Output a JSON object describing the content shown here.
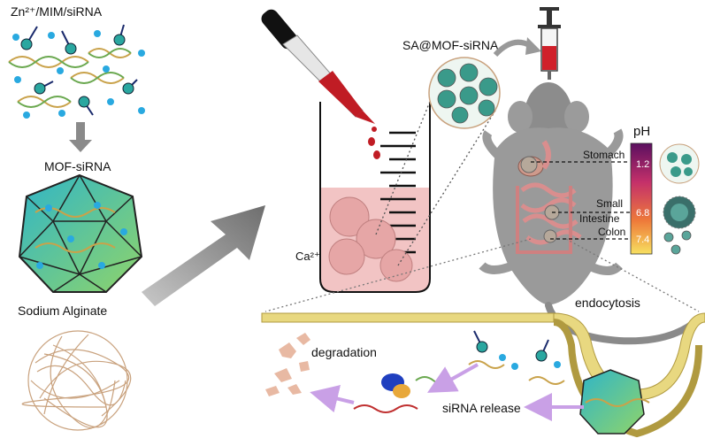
{
  "labels": {
    "precursors": "Zn²⁺/MIM/siRNA",
    "mof": "MOF-siRNA",
    "alginate": "Sodium Alginate",
    "calcium": "Ca²⁺",
    "sa_mof": "SA@MOF-siRNA",
    "ph_title": "pH",
    "stomach": "Stomach",
    "small": "Small",
    "intestine": "Intestine",
    "colon": "Colon",
    "ph_stomach": "1.2",
    "ph_intestine": "6.8",
    "ph_colon": "7.4",
    "endocytosis": "endocytosis",
    "degradation": "degradation",
    "sirna_release": "siRNA release"
  },
  "colors": {
    "arrow_gray": "#8a8a8a",
    "zn_blue": "#29a9e0",
    "alginate_tan": "#c9a27e",
    "beaker_fill": "#f2c4c4",
    "blood_red": "#d0202a",
    "membrane": "#d9c56a",
    "mouse": "#8c8c8c",
    "intestine_pink": "#d98e8e"
  },
  "icons": [
    "syringe-icon",
    "dropper-icon",
    "mouse-icon",
    "beaker-icon",
    "ribosome-icon"
  ]
}
